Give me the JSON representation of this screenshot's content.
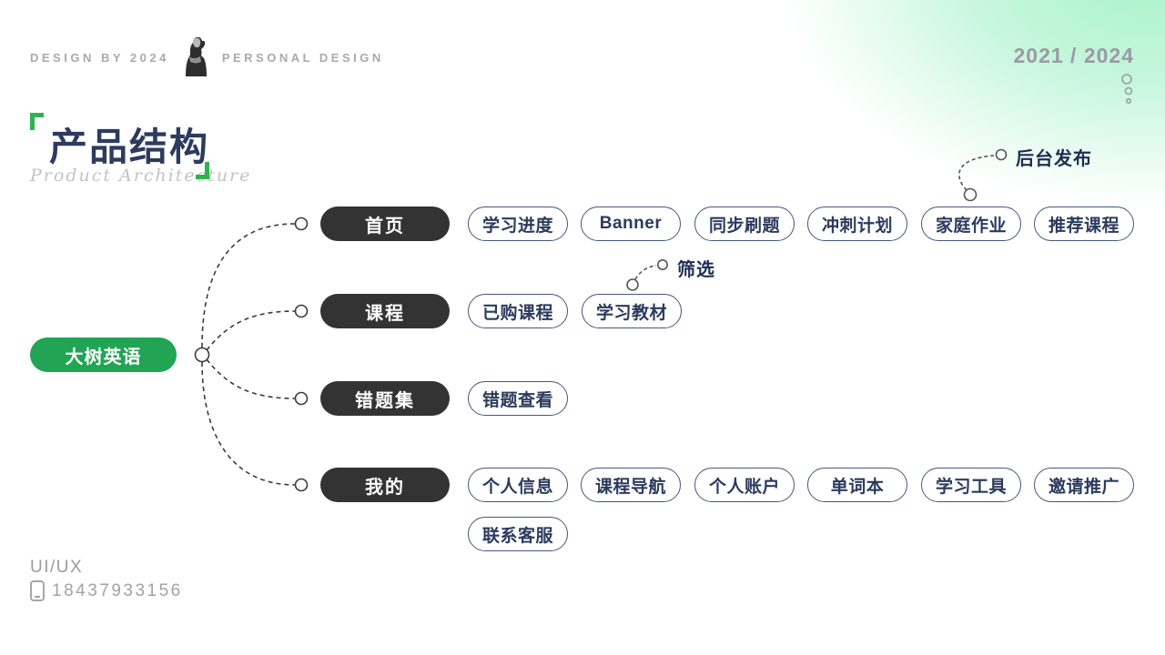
{
  "header": {
    "design_by": "DESIGN BY 2024",
    "personal_design": "PERSONAL DESIGN",
    "years": "2021 / 2024"
  },
  "title": {
    "main": "产品结构",
    "subtitle": "Product Architecture"
  },
  "tree": {
    "root": {
      "label": "大树英语"
    },
    "branches": [
      {
        "label": "首页",
        "children": [
          "学习进度",
          "Banner",
          "同步刷题",
          "冲刺计划",
          "家庭作业",
          "推荐课程"
        ]
      },
      {
        "label": "课程",
        "children": [
          "已购课程",
          "学习教材"
        ]
      },
      {
        "label": "错题集",
        "children": [
          "错题查看"
        ]
      },
      {
        "label": "我的",
        "children": [
          "个人信息",
          "课程导航",
          "个人账户",
          "单词本",
          "学习工具",
          "邀请推广",
          "联系客服"
        ]
      }
    ],
    "annotations": [
      {
        "label": "后台发布",
        "target": "家庭作业"
      },
      {
        "label": "筛选",
        "target": "学习教材"
      }
    ]
  },
  "footer": {
    "role": "UI/UX",
    "phone": "18437933156",
    "phone_icon": "smartphone-icon"
  },
  "colors": {
    "accent_green": "#21a454",
    "bracket_green": "#2db351",
    "dark_node": "#333333",
    "navy_text": "#2d3b5e",
    "outline_border": "#46567c",
    "corner_gradient": "#a8f3c9",
    "muted_gray": "#a6a6a6"
  }
}
